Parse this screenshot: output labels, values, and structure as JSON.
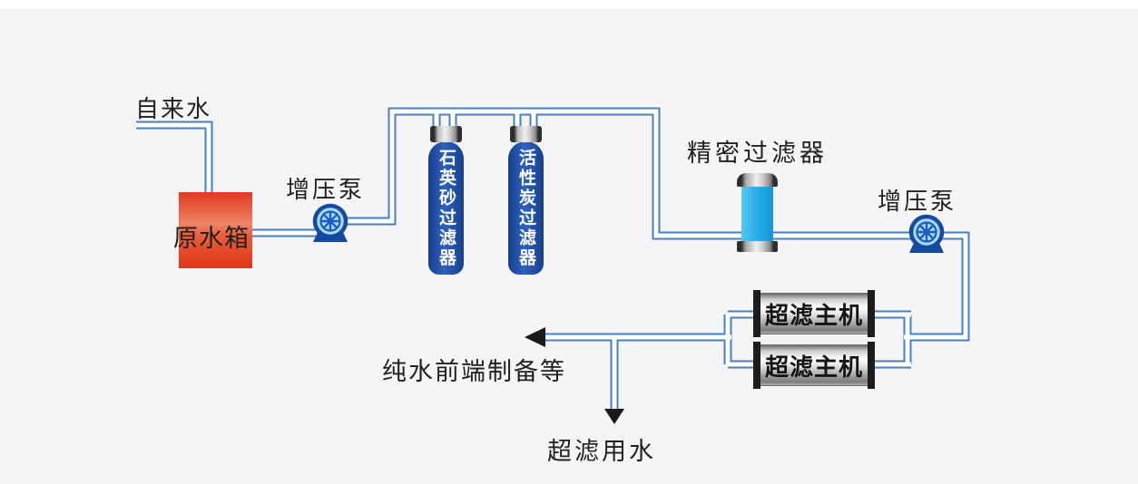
{
  "panel": {
    "page_background": "#ffffff",
    "background": "#f5f5f7"
  },
  "colors": {
    "pipe_stroke": "#4580c2",
    "pipe_fill": "#ffffff",
    "arrow": "#1a1a1a",
    "tank_red": "#df3517",
    "vessel_blue": "#1d4fa5",
    "precision_cyan": "#23ace6",
    "pump_blue": "#164a9e",
    "uf_bar_black": "#1c1c1c"
  },
  "nodes": {
    "tap_water_label": "自来水",
    "raw_water_tank": "原水箱",
    "booster_pump_1": "增压泵",
    "quartz_sand_filter": "石英砂过滤器",
    "activated_carbon_filter": "活性炭过滤器",
    "precision_filter": "精密过滤器",
    "booster_pump_2": "增压泵",
    "uf_main_unit_1": "超滤主机",
    "uf_main_unit_2": "超滤主机",
    "pure_water_frontend_label": "纯水前端制备等",
    "uf_water_label": "超滤用水"
  }
}
